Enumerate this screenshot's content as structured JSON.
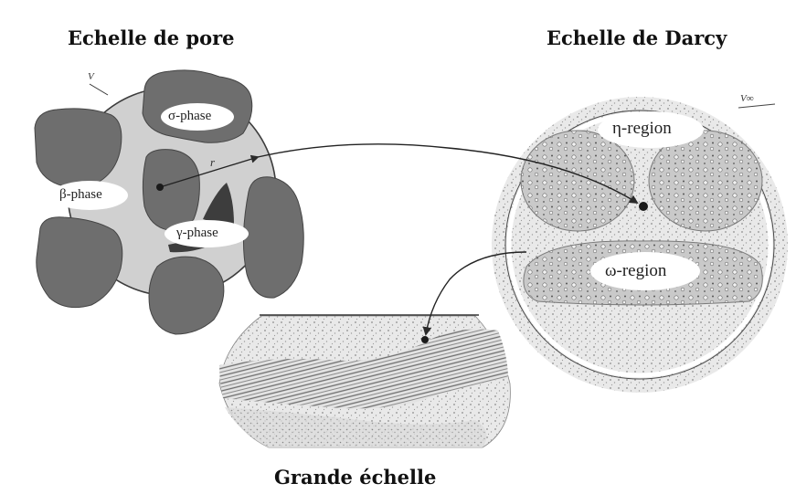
{
  "headings": {
    "pore_scale": "Echelle de pore",
    "darcy_scale": "Echelle de Darcy",
    "large_scale": "Grande échelle"
  },
  "pore_labels": {
    "volume": "V",
    "radius": "r",
    "sigma": "σ-phase",
    "beta": "β-phase",
    "gamma": "γ-phase"
  },
  "darcy_labels": {
    "volume": "V∞",
    "eta": "η-region",
    "omega": "ω-region"
  },
  "colors": {
    "background": "#ffffff",
    "grain": "#6e6e6e",
    "pore_fluid": "#cfcfcf",
    "stipple": "#d9d9d9",
    "text": "#111111"
  }
}
